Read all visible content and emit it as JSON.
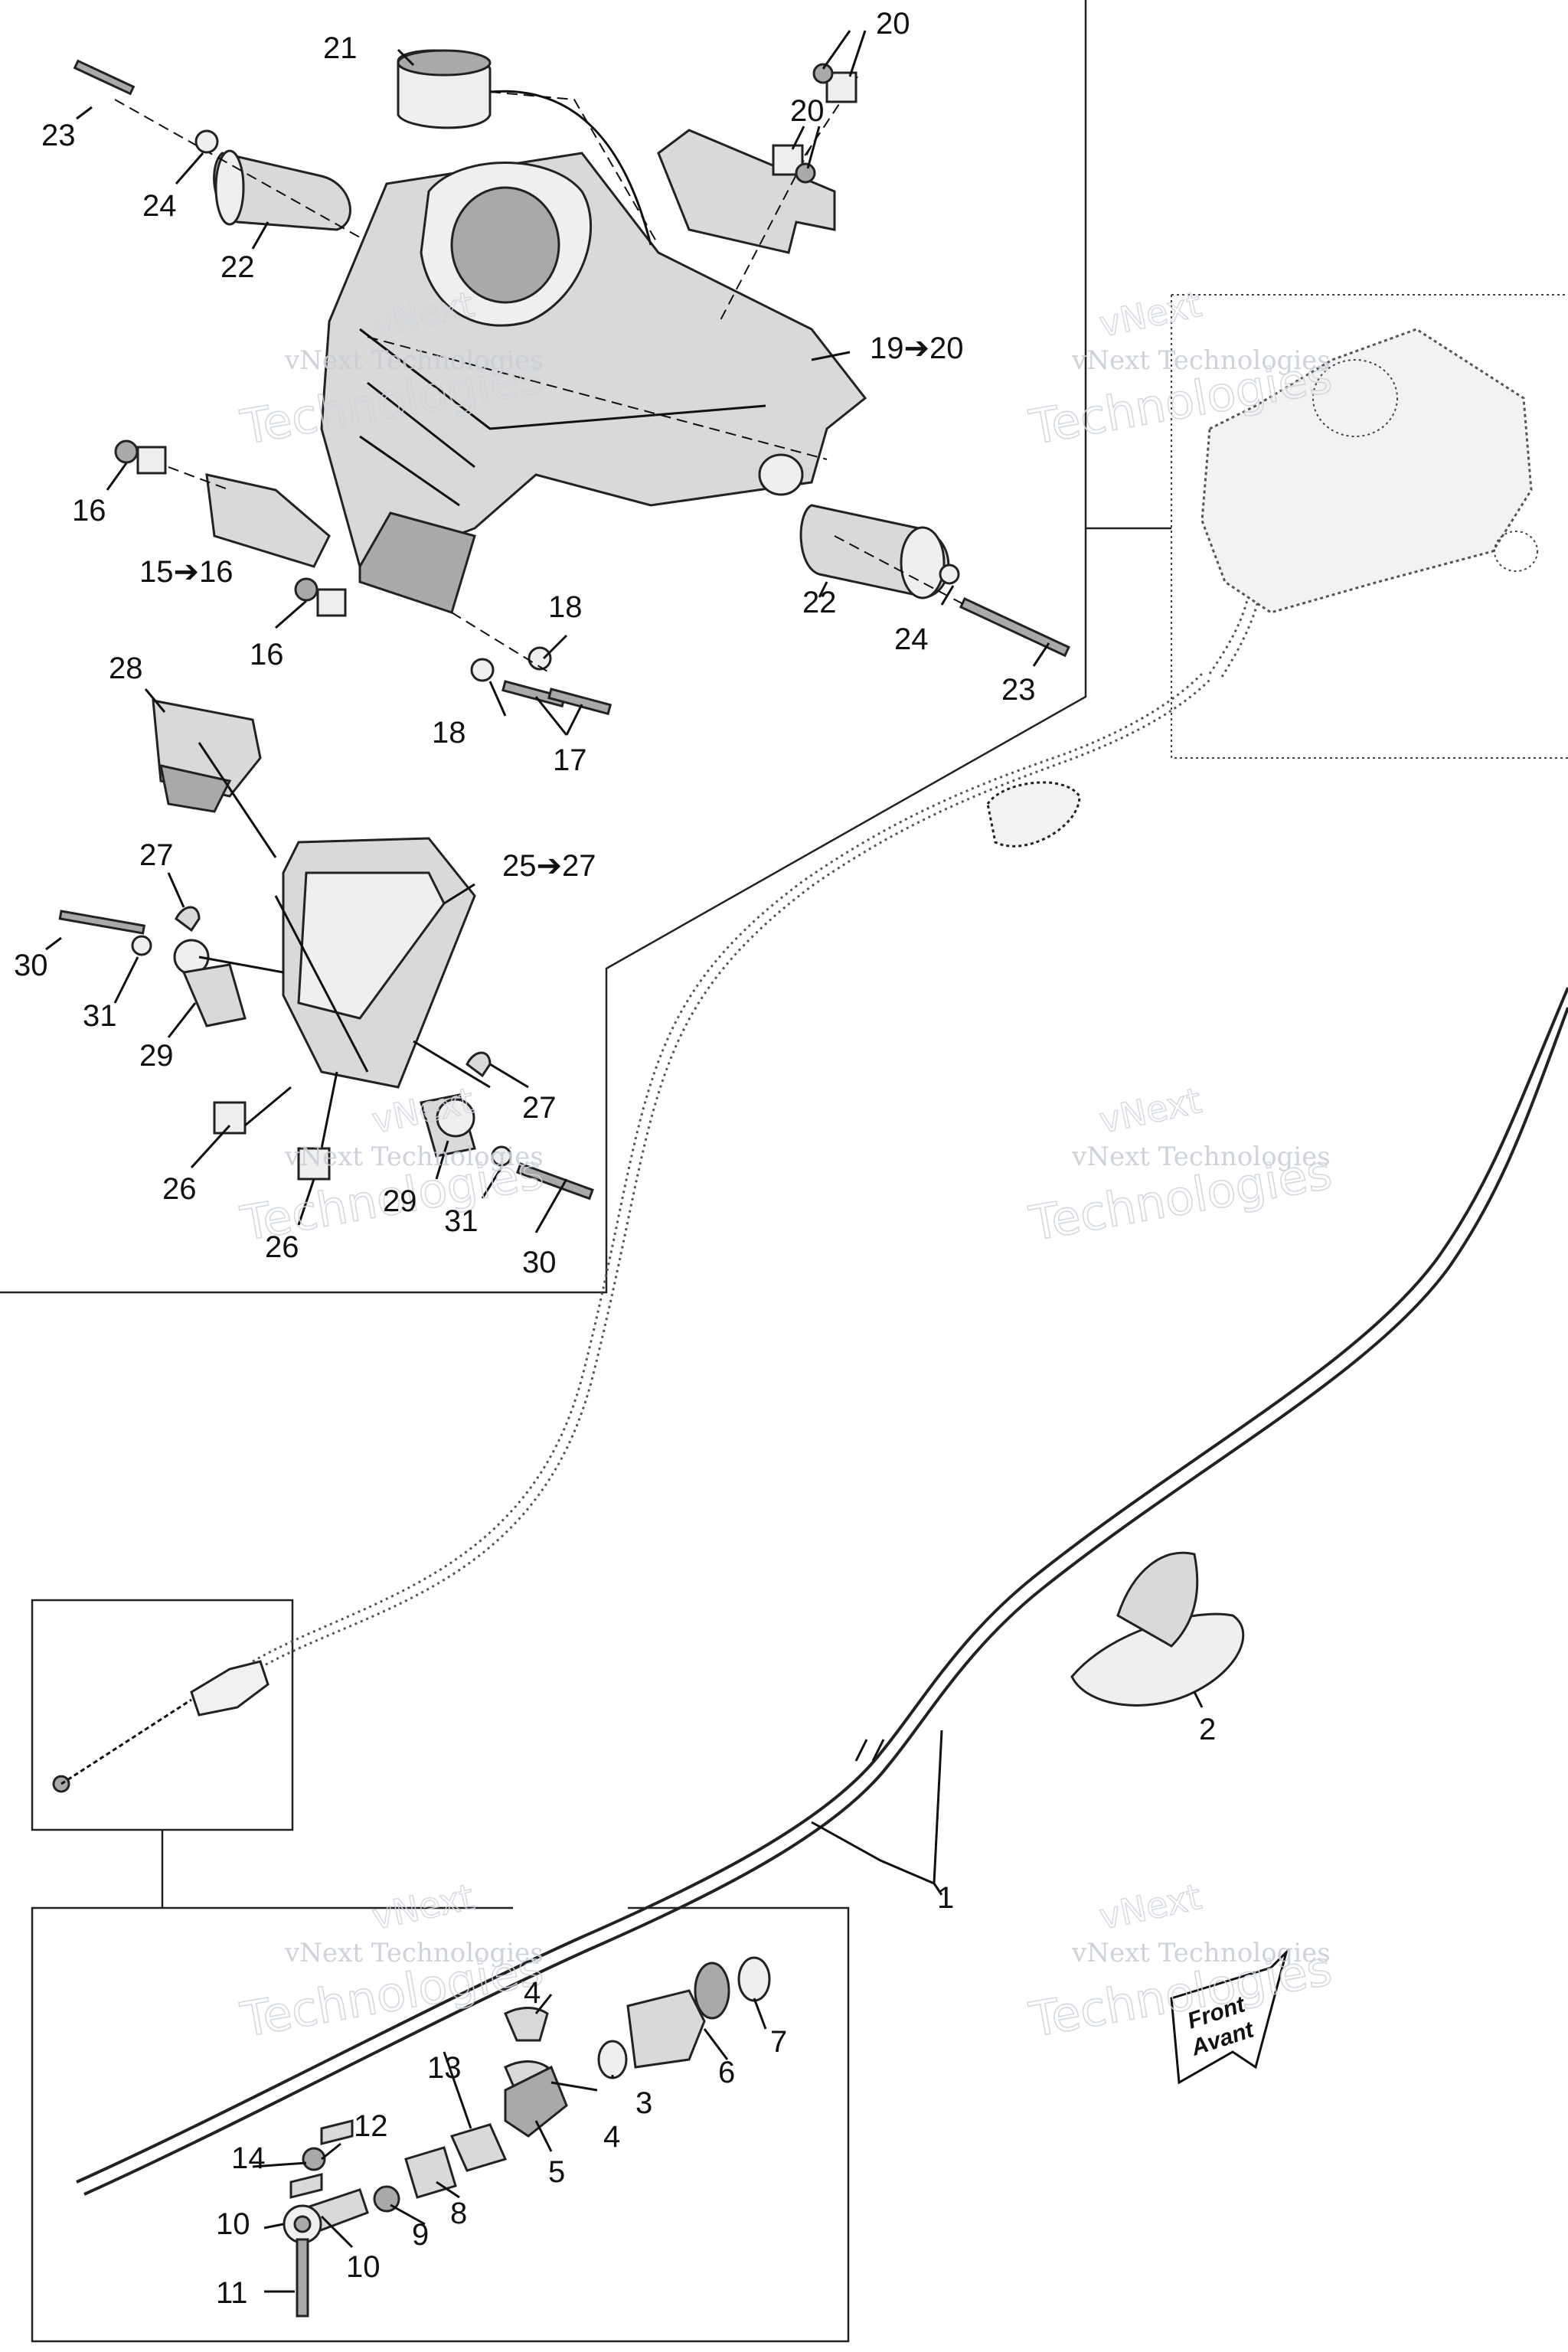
{
  "watermark": {
    "line1": "vNext",
    "line2": "vNext Technologies",
    "line3": "Technologies"
  },
  "front_badge": {
    "line1": "Front",
    "line2": "Avant"
  },
  "callouts": {
    "c1": "1",
    "c2": "2",
    "c3": "3",
    "c4a": "4",
    "c4b": "4",
    "c5": "5",
    "c6": "6",
    "c7": "7",
    "c8": "8",
    "c9": "9",
    "c10a": "10",
    "c10b": "10",
    "c11": "11",
    "c12": "12",
    "c13": "13",
    "c14": "14",
    "c15": "15➔16",
    "c16a": "16",
    "c16b": "16",
    "c17": "17",
    "c18a": "18",
    "c18b": "18",
    "c19": "19➔20",
    "c20a": "20",
    "c20b": "20",
    "c21": "21",
    "c22a": "22",
    "c22b": "22",
    "c23a": "23",
    "c23b": "23",
    "c24a": "24",
    "c24b": "24",
    "c25": "25➔27",
    "c26a": "26",
    "c26b": "26",
    "c27a": "27",
    "c27b": "27",
    "c28": "28",
    "c29a": "29",
    "c29b": "29",
    "c30a": "30",
    "c30b": "30",
    "c31a": "31",
    "c31b": "31"
  }
}
